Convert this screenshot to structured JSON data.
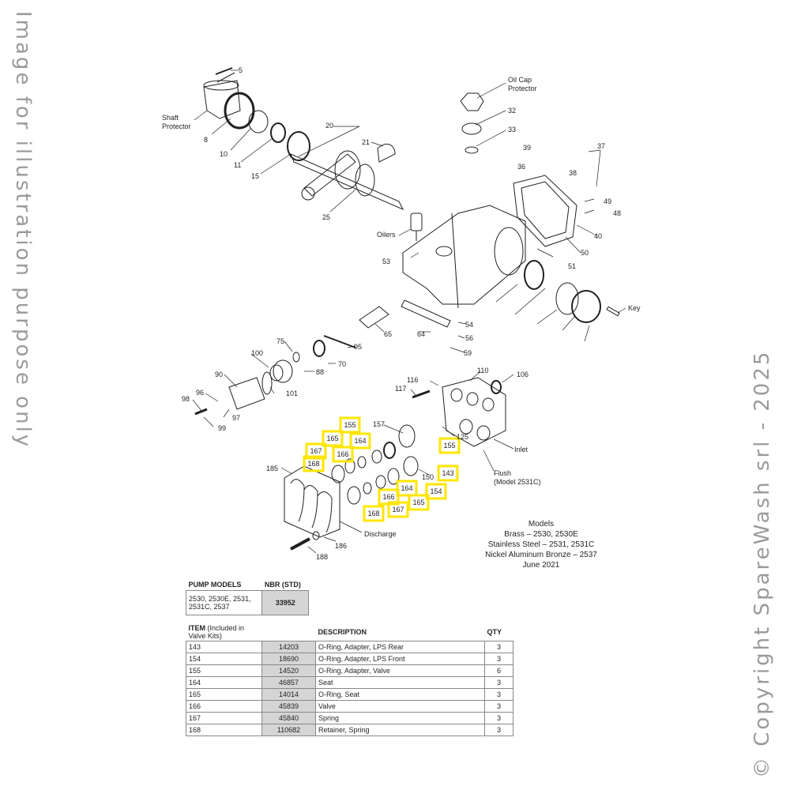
{
  "watermark": {
    "left": "Image for illustration purpose only",
    "right": "© Copyright SpareWash srl - 2025"
  },
  "callouts": {
    "shaft_protector": "Shaft\nProtector",
    "oil_cap_protector": "Oil Cap\nProtector",
    "oilers": "Oilers",
    "key": "Key",
    "inlet": "Inlet",
    "flush": "Flush\n(Model 2531C)",
    "discharge": "Discharge"
  },
  "part_numbers": [
    "5",
    "8",
    "10",
    "11",
    "15",
    "20",
    "21",
    "25",
    "32",
    "33",
    "36",
    "37",
    "38",
    "39",
    "40",
    "48",
    "49",
    "50",
    "51",
    "53",
    "54",
    "56",
    "59",
    "64",
    "65",
    "70",
    "75",
    "88",
    "90",
    "95",
    "96",
    "97",
    "98",
    "99",
    "100",
    "101",
    "106",
    "110",
    "116",
    "117",
    "125",
    "150",
    "157",
    "185",
    "186",
    "188"
  ],
  "highlighted_parts": [
    "155",
    "165",
    "164",
    "167",
    "166",
    "168",
    "155",
    "143",
    "164",
    "154",
    "166",
    "165",
    "167",
    "168"
  ],
  "models_note": {
    "title": "Models",
    "lines": [
      "Brass – 2530, 2530E",
      "Stainless Steel – 2531, 2531C",
      "Nickel Aluminum Bronze – 2537",
      "June 2021"
    ]
  },
  "models_table": {
    "headers": [
      "PUMP MODELS",
      "NBR (STD)"
    ],
    "rows": [
      [
        "2530, 2530E, 2531,\n2531C, 2537",
        "33952"
      ]
    ]
  },
  "items_table": {
    "headers": [
      "ITEM (Included in Valve Kits)",
      "",
      "DESCRIPTION",
      "QTY"
    ],
    "header_item_bold": "ITEM",
    "header_item_note": "(Included in Valve Kits)",
    "rows": [
      [
        "143",
        "14203",
        "O-Ring, Adapter, LPS Rear",
        "3"
      ],
      [
        "154",
        "18690",
        "O-Ring, Adapter, LPS Front",
        "3"
      ],
      [
        "155",
        "14520",
        "O-Ring, Adapter, Valve",
        "6"
      ],
      [
        "164",
        "46857",
        "Seat",
        "3"
      ],
      [
        "165",
        "14014",
        "O-Ring, Seat",
        "3"
      ],
      [
        "166",
        "45839",
        "Valve",
        "3"
      ],
      [
        "167",
        "45840",
        "Spring",
        "3"
      ],
      [
        "168",
        "110682",
        "Retainer, Spring",
        "3"
      ]
    ]
  },
  "colors": {
    "highlight": "#ffe600",
    "line": "#231f20",
    "table_shade": "#d5d5d5",
    "watermark": "#9a9a9a"
  }
}
